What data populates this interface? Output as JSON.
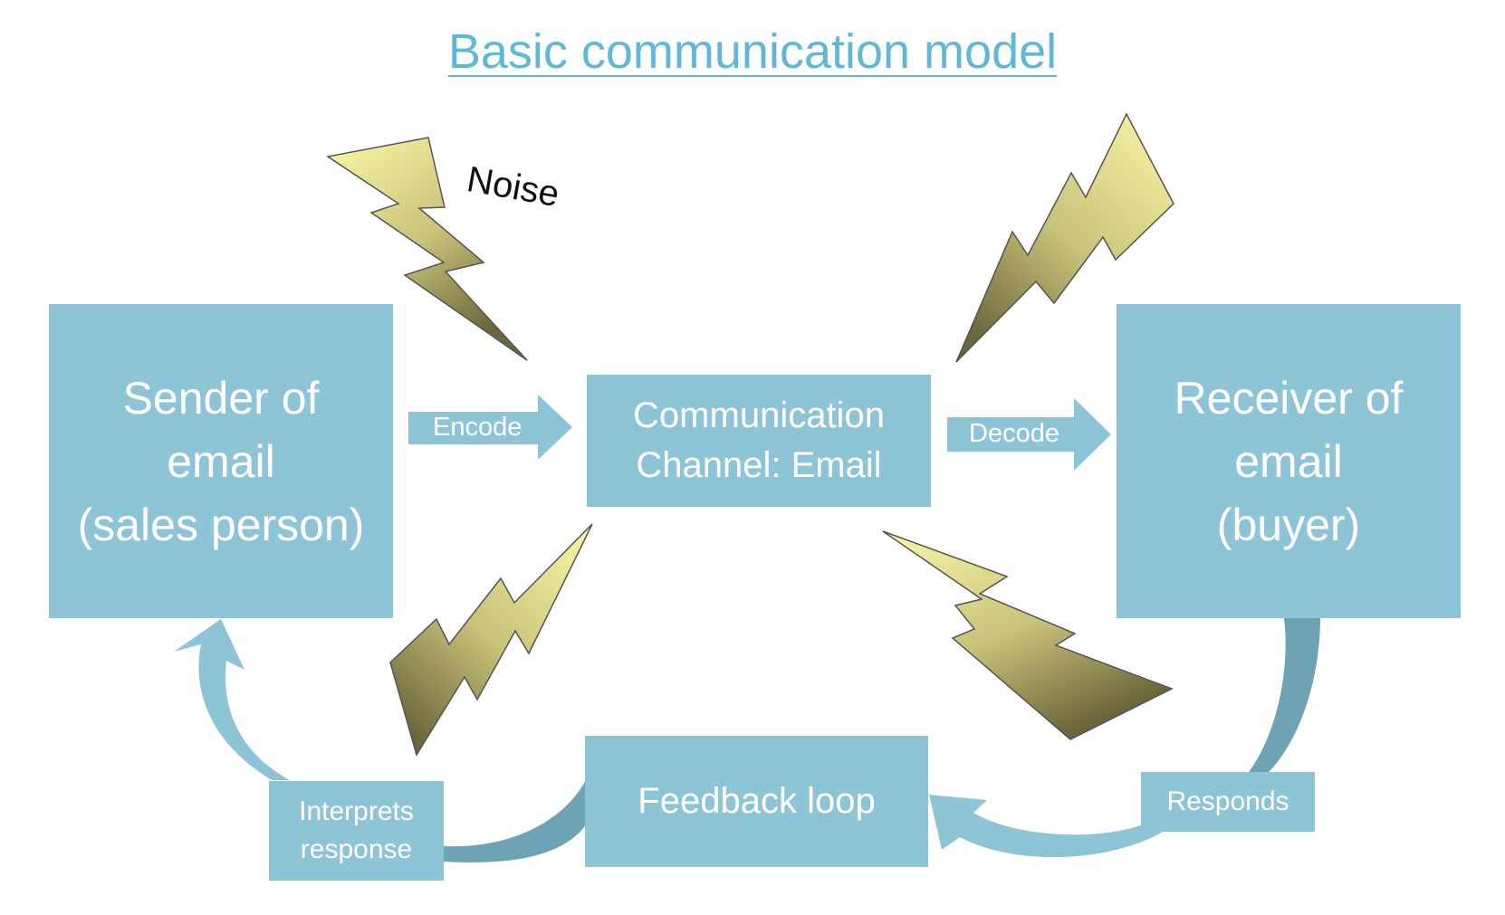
{
  "title": "Basic communication model",
  "noise_label": "Noise",
  "boxes": {
    "sender": "Sender of\nemail\n(sales person)",
    "channel": "Communication\nChannel: Email",
    "receiver": "Receiver of\nemail\n(buyer)",
    "feedback": "Feedback loop",
    "interprets": "Interprets\nresponse",
    "responds": "Responds"
  },
  "arrows": {
    "encode": "Encode",
    "decode": "Decode"
  },
  "colors": {
    "box": "#8ec5d6",
    "title": "#5fb8d6",
    "arrow_dark": "#6ea3b5",
    "bolt_light": "#f7f4a0",
    "bolt_dark": "#6f6a3c"
  }
}
